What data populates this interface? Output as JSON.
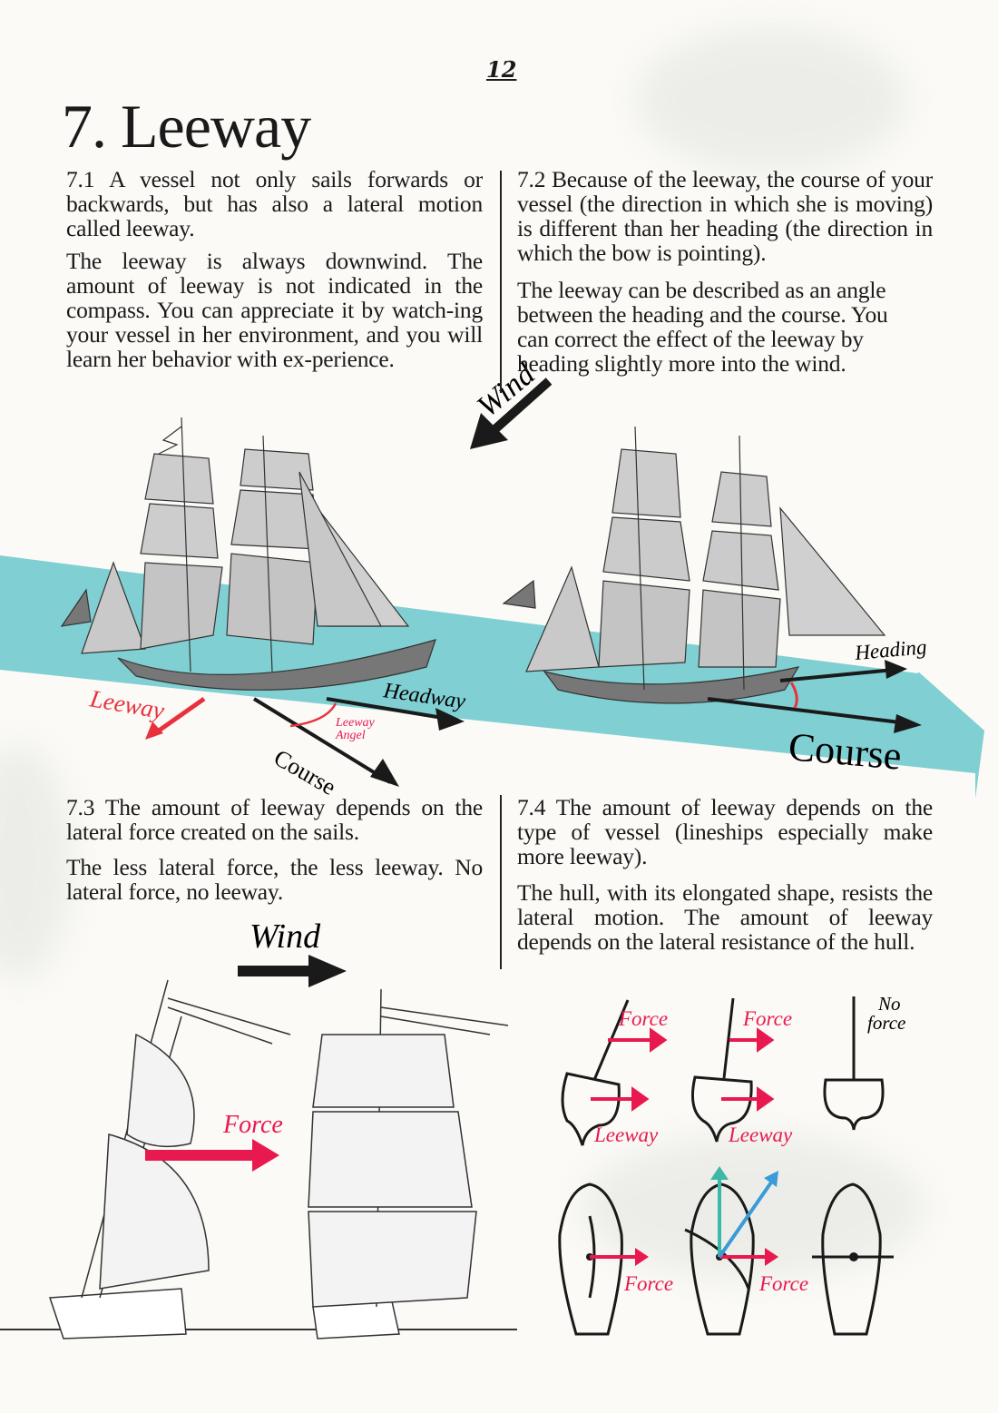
{
  "page_number": "12",
  "title": "7. Leeway",
  "sections": {
    "s71": {
      "num": "7.1",
      "p1": "A vessel not only sails forwards or backwards, but has also a lateral motion called leeway.",
      "p2": "The leeway is always downwind. The amount of leeway is not indicated in the compass. You can appreciate it by watch-ing your vessel in her environment, and you will learn her behavior with ex-perience."
    },
    "s72": {
      "num": "7.2",
      "p1": "Because of the leeway, the course of your vessel (the direction in which she is moving) is different than her heading (the direction in which the bow is pointing).",
      "p2_l1": "The leeway can be described as an angle",
      "p2_l2": "between the heading and the course. You",
      "p2_l3": "can correct the effect of the leeway by",
      "p2_l4": "heading slightly more into the wind."
    },
    "s73": {
      "num": "7.3",
      "p1": "The amount of leeway depends on the lateral force created on the sails.",
      "p2": "The less lateral force, the less leeway. No lateral force, no leeway."
    },
    "s74": {
      "num": "7.4",
      "p1": "The amount of leeway depends on the type of vessel (lineships especially make more leeway).",
      "p2": "The hull, with its elongated shape, resists the lateral motion. The amount of leeway depends on the lateral resistance of the hull."
    }
  },
  "diagram_top": {
    "wind": "Wind",
    "leeway": "Leeway",
    "headway": "Headway",
    "leeway_angel_1": "Leeway",
    "leeway_angel_2": "Angel",
    "course_small": "Course",
    "heading": "Heading",
    "course_big": "Course"
  },
  "diagram_bottom_left": {
    "wind": "Wind",
    "force": "Force"
  },
  "diagram_bottom_right": {
    "force_1": "Force",
    "leeway_1": "Leeway",
    "force_2": "Force",
    "leeway_2": "Leeway",
    "no": "No",
    "force_word": "force",
    "force_3": "Force",
    "force_4": "Force"
  },
  "colors": {
    "teal": "#7fcfd3",
    "accent_red": "#e8194f",
    "leeway_red": "#e8313c",
    "green": "#3bb8a8",
    "blue": "#3a9bd8"
  }
}
